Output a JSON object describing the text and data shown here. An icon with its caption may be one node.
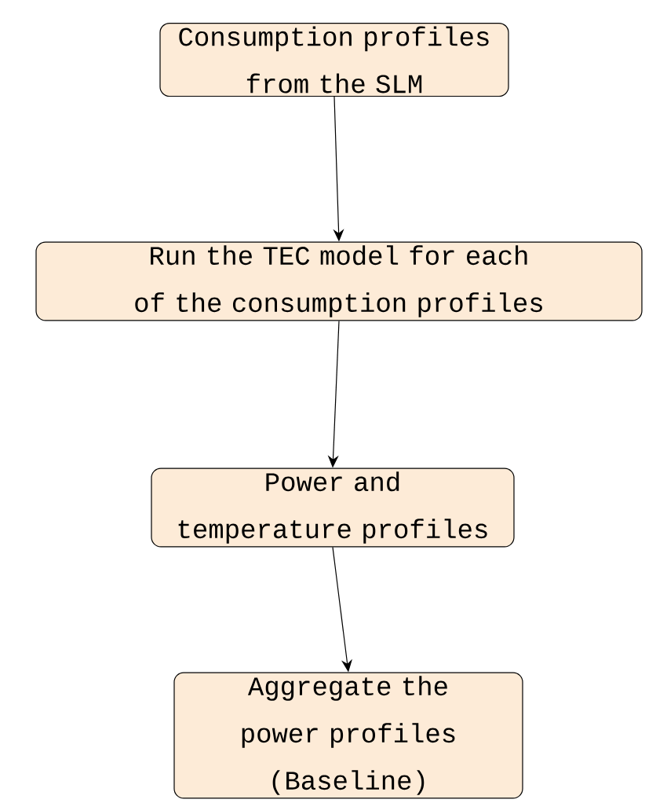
{
  "diagram": {
    "nodes": [
      {
        "text": [
          "Consumption profiles from the SLM"
        ]
      },
      {
        "text": [
          "Run the TEC model for each of the consumption profiles"
        ]
      },
      {
        "text": [
          "Power and temperature profiles"
        ]
      },
      {
        "text": [
          "Aggregate the power profiles",
          "(Baseline)"
        ]
      }
    ],
    "edges": [
      {
        "from": 0,
        "to": 1,
        "arrow": "to"
      },
      {
        "from": 1,
        "to": 2,
        "arrow": "to"
      },
      {
        "from": 2,
        "to": 3,
        "arrow": "to"
      }
    ]
  }
}
